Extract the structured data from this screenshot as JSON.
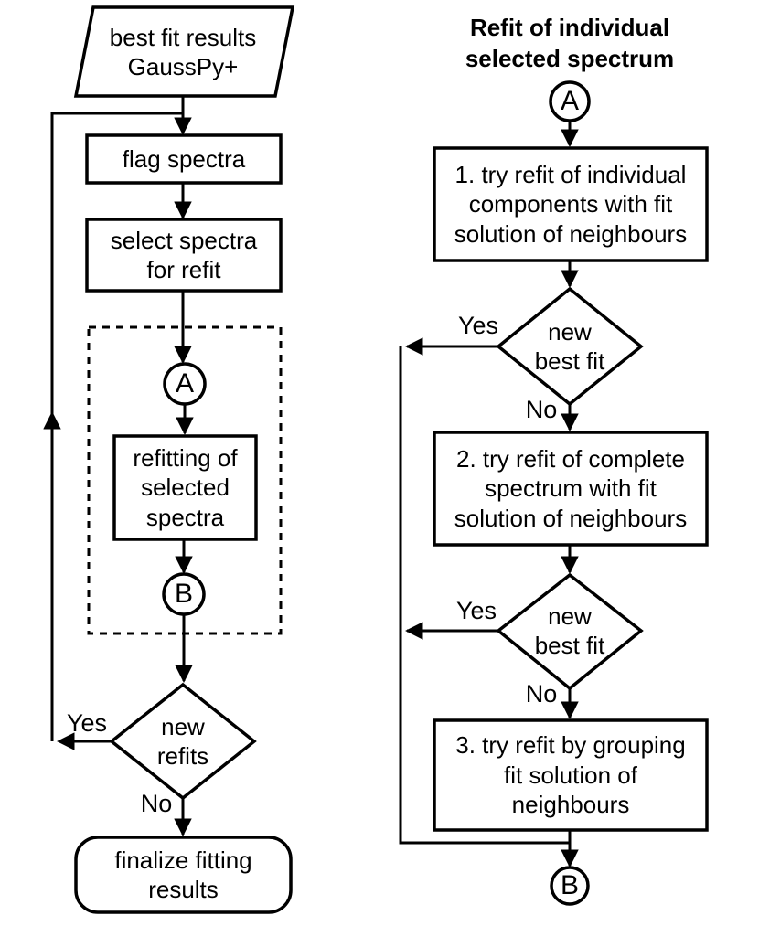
{
  "colors": {
    "terminal_fill": "#d6eafb",
    "decision_fill": "#faf3d6",
    "process_fill": "#ffffff",
    "stroke": "#000000",
    "background": "#ffffff"
  },
  "left_flow": {
    "start_label": "best fit results\nGaussPy+",
    "flag_label": "flag spectra",
    "select_label": "select spectra\nfor refit",
    "connector_a": "A",
    "refitting_label": "refitting of\nselected\nspectra",
    "connector_b": "B",
    "decision_label": "new\nrefits",
    "decision_yes": "Yes",
    "decision_no": "No",
    "end_label": "finalize fitting\nresults"
  },
  "right_flow": {
    "title": "Refit of individual\nselected spectrum",
    "connector_a": "A",
    "step1_label": "1. try refit of individual\ncomponents with fit\nsolution of neighbours",
    "decision1_label": "new\nbest fit",
    "decision1_yes": "Yes",
    "decision1_no": "No",
    "step2_label": "2. try refit of complete\nspectrum with fit\nsolution of neighbours",
    "decision2_label": "new\nbest fit",
    "decision2_yes": "Yes",
    "decision2_no": "No",
    "step3_label": "3. try refit by grouping\nfit solution of\nneighbours",
    "connector_b": "B"
  }
}
